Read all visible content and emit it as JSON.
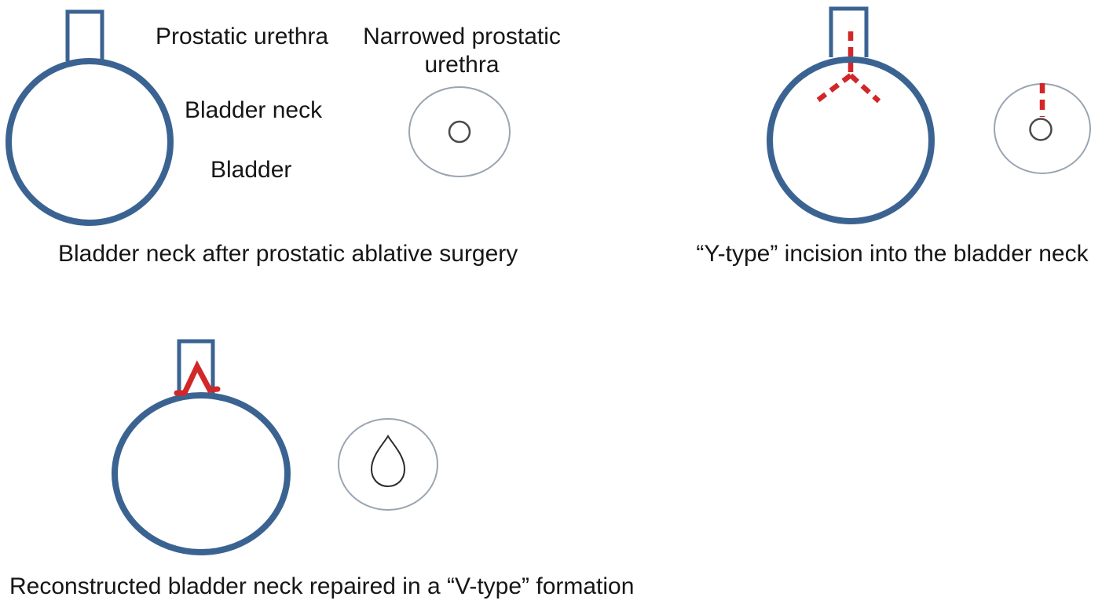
{
  "colors": {
    "bladder_outline": "#3b6392",
    "incision_red": "#d22728",
    "cross_section_outline": "#9aa5b1",
    "lumen_outline": "#4a4a4a",
    "text": "#161616",
    "background": "#ffffff"
  },
  "panels": {
    "pre_surgery": {
      "labels": {
        "prostatic_urethra": "Prostatic urethra",
        "narrowed_prostatic_urethra": "Narrowed prostatic\nurethra",
        "bladder_neck": "Bladder neck",
        "bladder": "Bladder"
      },
      "caption": "Bladder neck after prostatic ablative surgery"
    },
    "y_incision": {
      "caption": "“Y-type” incision into the bladder neck"
    },
    "v_repair": {
      "caption": "Reconstructed bladder neck repaired in a “V-type” formation"
    }
  }
}
